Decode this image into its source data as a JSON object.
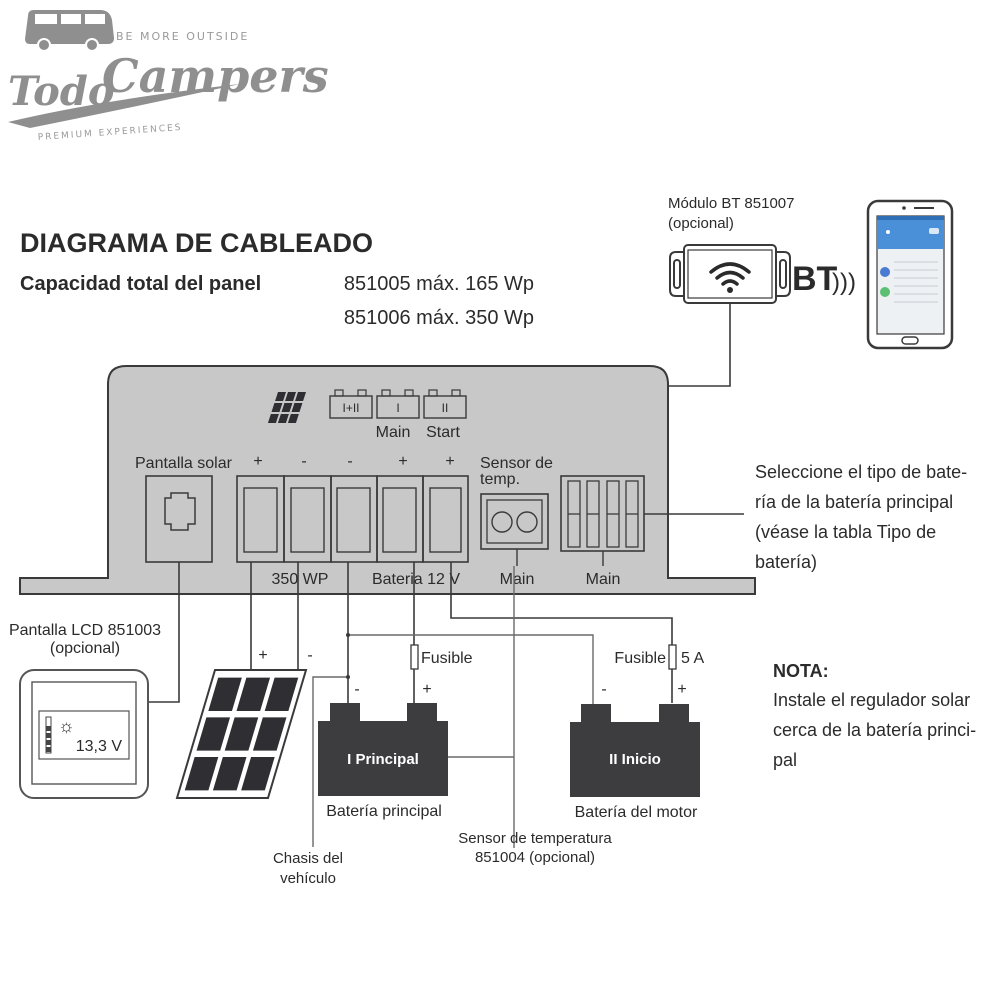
{
  "logo": {
    "tagline_top": "BE MORE OUTSIDE",
    "brand_first": "Todo",
    "brand_second": "Campers",
    "tagline_bottom": "PREMIUM EXPERIENCES"
  },
  "header": {
    "title": "DIAGRAMA DE CABLEADO",
    "capacity_label": "Capacidad total del panel",
    "capacity_line_1": "851005 máx. 165 Wp",
    "capacity_line_2": "851006 máx. 350 Wp"
  },
  "bt_module": {
    "label_line_1": "Módulo BT 851007",
    "label_line_2": "(opcional)",
    "bt_text": "BT",
    "wave_glyph": ")))"
  },
  "controller": {
    "battery_select_icons": [
      {
        "label": "I+II",
        "caption": ""
      },
      {
        "label": "I",
        "caption": "Main"
      },
      {
        "label": "II",
        "caption": "Start"
      }
    ],
    "solar_display_label": "Pantalla solar",
    "terminal_polarities": [
      "+",
      "-",
      "-",
      "+",
      "+"
    ],
    "panel_group_label": "350 WP",
    "battery_group_label": "Bateria 12 V",
    "temp_sensor_label_1": "Sensor de",
    "temp_sensor_label_2": "temp.",
    "temp_sensor_caption": "Main",
    "dip_switch_caption": "Main",
    "dip_switch_count": 4
  },
  "battery_type_note": {
    "lines": [
      "Seleccione el tipo de bate-",
      "ría de la batería principal",
      "(véase la tabla Tipo de",
      "batería)"
    ]
  },
  "lcd_display": {
    "label_line_1": "Pantalla LCD 851003",
    "label_line_2": "(opcional)",
    "voltage": "13,3 V",
    "sun_glyph": "☼"
  },
  "solar_panel": {
    "plus": "+",
    "minus": "-"
  },
  "fuses": {
    "main_fuse_label": "Fusible",
    "start_fuse_label": "Fusible",
    "start_fuse_rating": "5 A"
  },
  "batteries": [
    {
      "name": "I Principal",
      "caption": "Batería principal",
      "minus": "-",
      "plus": "+"
    },
    {
      "name": "II Inicio",
      "caption": "Batería del motor",
      "minus": "-",
      "plus": "+"
    }
  ],
  "chassis": {
    "label_line_1": "Chasis del",
    "label_line_2": "vehículo"
  },
  "temp_sensor": {
    "label_line_1": "Sensor de temperatura",
    "label_line_2": "851004 (opcional)"
  },
  "note": {
    "title": "NOTA:",
    "lines": [
      "Instale el regulador solar",
      "cerca de la batería princi-",
      "pal"
    ]
  },
  "colors": {
    "controller_fill": "#c8c8c8",
    "battery_fill": "#3d3d40",
    "cell_fill": "#2e2e33",
    "logo_gray": "#8f8f8f",
    "phone_blue": "#4a90d9"
  }
}
